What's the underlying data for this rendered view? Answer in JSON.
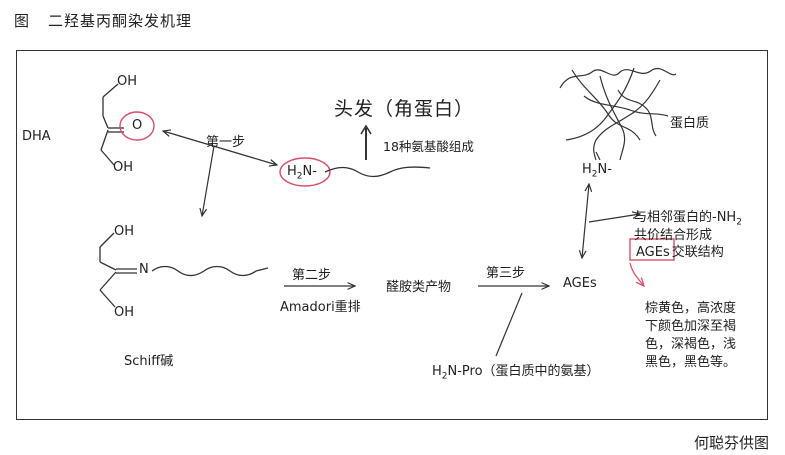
{
  "figure": {
    "title_prefix": "图",
    "title": "二羟基丙酮染发机理",
    "credit": "何聪芬供图"
  },
  "labels": {
    "dha": "DHA",
    "oh_top": "OH",
    "ketone_o": "O",
    "oh_bottom": "OH",
    "step1": "第一步",
    "h2n_hair_h": "H",
    "h2n_hair_sub": "2",
    "h2n_hair_n": "N-",
    "hair_title": "头发（角蛋白）",
    "amino_acids": "18种氨基酸组成",
    "protein": "蛋白质",
    "h2n_protein_h": "H",
    "h2n_protein_sub": "2",
    "h2n_protein_n": "N-",
    "schiff_oh_top": "OH",
    "schiff_n": "N",
    "schiff_oh_bottom": "OH",
    "schiff_name": "Schiff碱",
    "step2": "第二步",
    "amadori": "Amadori重排",
    "products": "醛胺类产物",
    "step3": "第三步",
    "ages": "AGEs",
    "pro_prefix": "H",
    "pro_sub": "2",
    "pro_rest": "N-Pro（蛋白质中的氨基）",
    "combine_line1_a": "与相邻蛋白的-NH",
    "combine_line1_sub": "2",
    "combine_line2": "共价结合形成",
    "ages_box": "AGEs",
    "crosslink": "交联结构",
    "colors_line1": "棕黄色，高浓度",
    "colors_line2": "下颜色加深至褐",
    "colors_line3": "色，深褐色，浅",
    "colors_line4": "黑色，黑色等。"
  },
  "colors": {
    "highlight": "#d94f6a",
    "line": "#333333"
  }
}
